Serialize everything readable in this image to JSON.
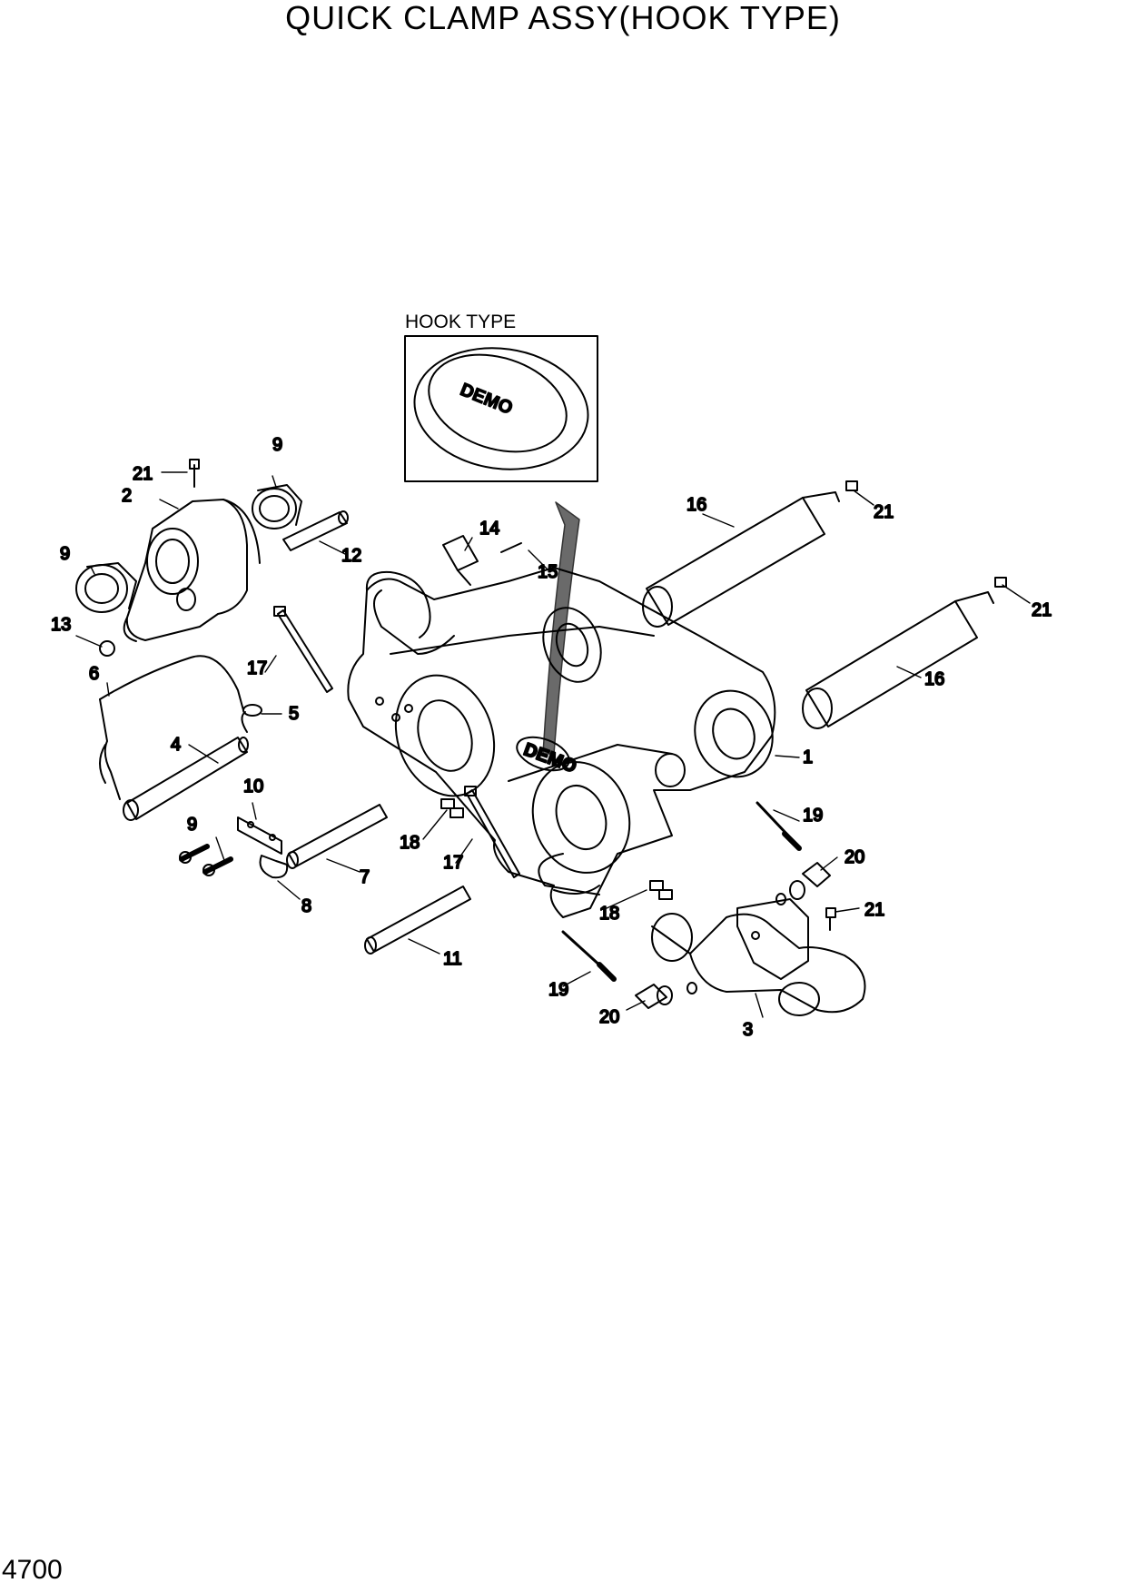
{
  "title": "QUICK CLAMP ASSY(HOOK TYPE)",
  "page_number": "4700",
  "inset_label": "HOOK TYPE",
  "logo_text": "DEMO",
  "callouts": {
    "c1": "1",
    "c2": "2",
    "c3": "3",
    "c4": "4",
    "c5": "5",
    "c6": "6",
    "c7": "7",
    "c8": "8",
    "c9a": "9",
    "c9b": "9",
    "c9c": "9",
    "c10": "10",
    "c11": "11",
    "c12": "12",
    "c13": "13",
    "c14": "14",
    "c15": "15",
    "c16a": "16",
    "c16b": "16",
    "c17a": "17",
    "c17b": "17",
    "c18a": "18",
    "c18b": "18",
    "c19a": "19",
    "c19b": "19",
    "c20a": "20",
    "c20b": "20",
    "c21a": "21",
    "c21b": "21",
    "c21c": "21",
    "c21d": "21"
  }
}
